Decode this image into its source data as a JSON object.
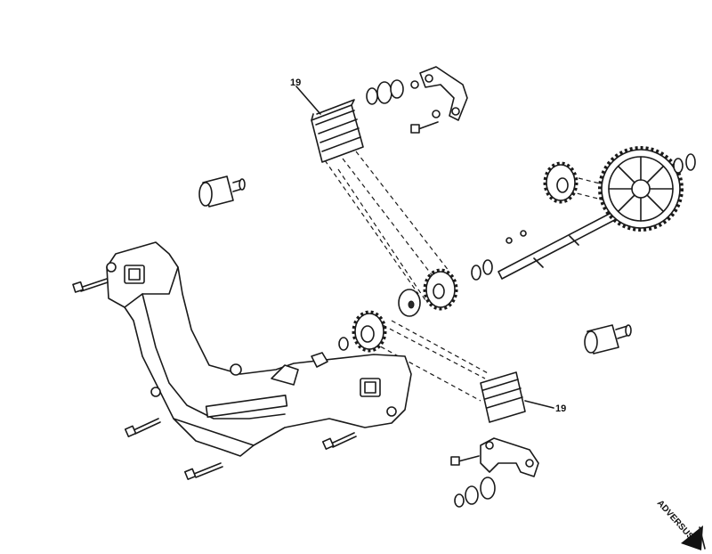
{
  "diagram": {
    "callouts": [
      {
        "id": "belt-top",
        "label": "19"
      },
      {
        "id": "belt-bottom",
        "label": "19"
      }
    ],
    "logo": "ADVERSUS"
  }
}
